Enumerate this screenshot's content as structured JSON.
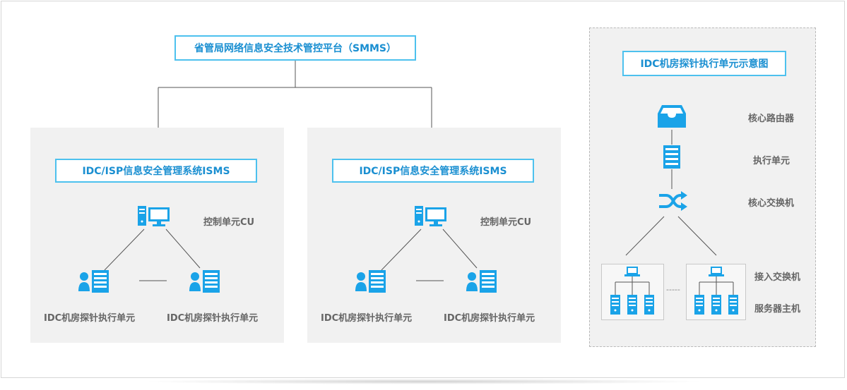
{
  "top_platform": "省管局网络信息安全技术管控平台（SMMS）",
  "left_system": {
    "title": "IDC/ISP信息安全管理系统ISMS",
    "control_label": "控制单元CU",
    "probe_left": "IDC机房探针执行单元",
    "probe_right": "IDC机房探针执行单元"
  },
  "right_system": {
    "title": "IDC/ISP信息安全管理系统ISMS",
    "control_label": "控制单元CU",
    "probe_left": "IDC机房探针执行单元",
    "probe_right": "IDC机房探针执行单元"
  },
  "legend": {
    "title": "IDC机房探针执行单元示意图",
    "core_router": "核心路由器",
    "exec_unit": "执行单元",
    "core_switch": "核心交换机",
    "access_switch": "接入交换机",
    "server_host": "服务器主机",
    "ellipsis": "-----"
  },
  "colors": {
    "accent": "#1aa3e8",
    "border": "#4dc1ee",
    "panel": "#f1f1f1"
  }
}
